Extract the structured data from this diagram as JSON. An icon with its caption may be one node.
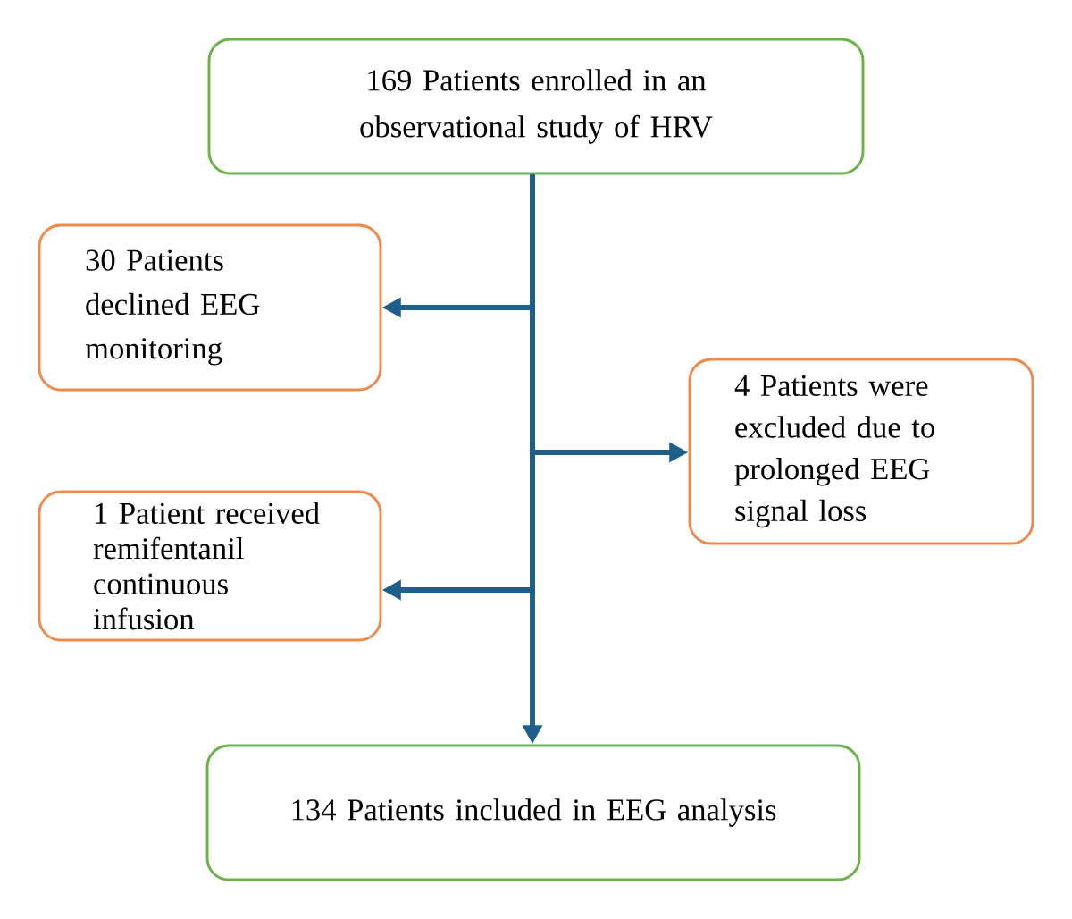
{
  "diagram": {
    "nodes": [
      {
        "text": [
          "169 Patients enrolled in an observational study of HRV"
        ]
      },
      {
        "text": [
          "30 Patients declined EEG monitoring"
        ]
      },
      {
        "text": [
          "4 Patients were excluded due to prolonged EEG signal loss"
        ]
      },
      {
        "text": [
          "1 Patient received remifentanil continuous infusion"
        ]
      },
      {
        "text": [
          "134 Patients included in EEG analysis"
        ]
      }
    ],
    "edges": [
      {
        "from": 0,
        "to": 1,
        "arrow": "to"
      },
      {
        "from": 0,
        "to": 2,
        "arrow": "to"
      },
      {
        "from": 0,
        "to": 3,
        "arrow": "to"
      },
      {
        "from": 0,
        "to": 4,
        "arrow": "to"
      }
    ]
  }
}
